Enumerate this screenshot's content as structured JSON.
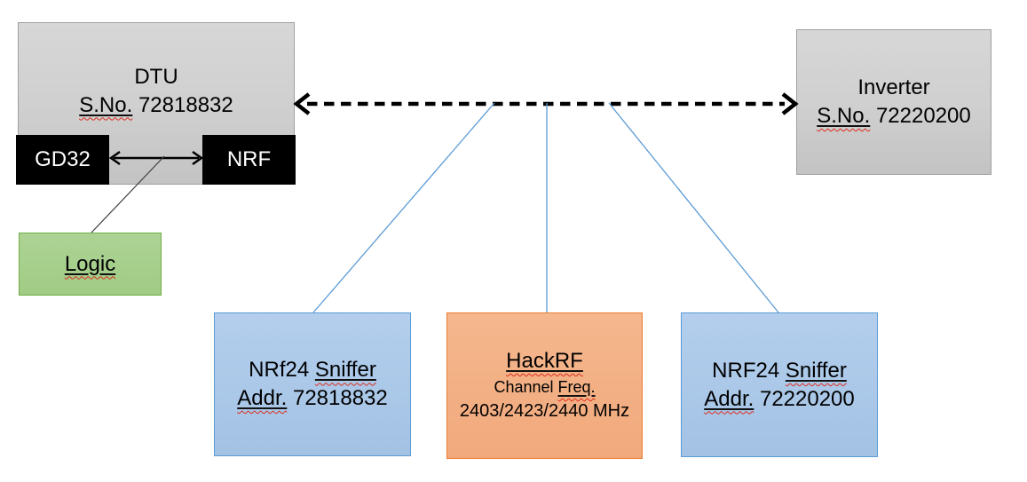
{
  "colors": {
    "box-gray-border": "#a0a0a0",
    "box-black": "#000000",
    "box-green-border": "#70ad47",
    "box-blue-border": "#5b9bd5",
    "box-orange-border": "#ed7d31",
    "connector-blue": "#5b9bd5",
    "connector-black": "#000000",
    "squiggle-red": "#dd2b1c"
  },
  "diagram": {
    "dtu": {
      "title": "DTU",
      "serial_label": "S.No.",
      "serial": "72818832"
    },
    "gd32": {
      "label": "GD32"
    },
    "nrf": {
      "label": "NRF"
    },
    "logic": {
      "label": "Logic"
    },
    "inverter": {
      "title": "Inverter",
      "serial_label": "S.No.",
      "serial": "72220200"
    },
    "sniffer_dtu": {
      "name": "NRf24",
      "name_word": "Sniffer",
      "addr_label": "Addr.",
      "addr": "72818832"
    },
    "hackrf": {
      "title": "HackRF",
      "channel_label": "Channel",
      "freq_label": "Freq.",
      "frequencies": "2403/2423/2440 MHz"
    },
    "sniffer_inverter": {
      "name": "NRF24",
      "name_word": "Sniffer",
      "addr_label": "Addr.",
      "addr": "72220200"
    }
  }
}
